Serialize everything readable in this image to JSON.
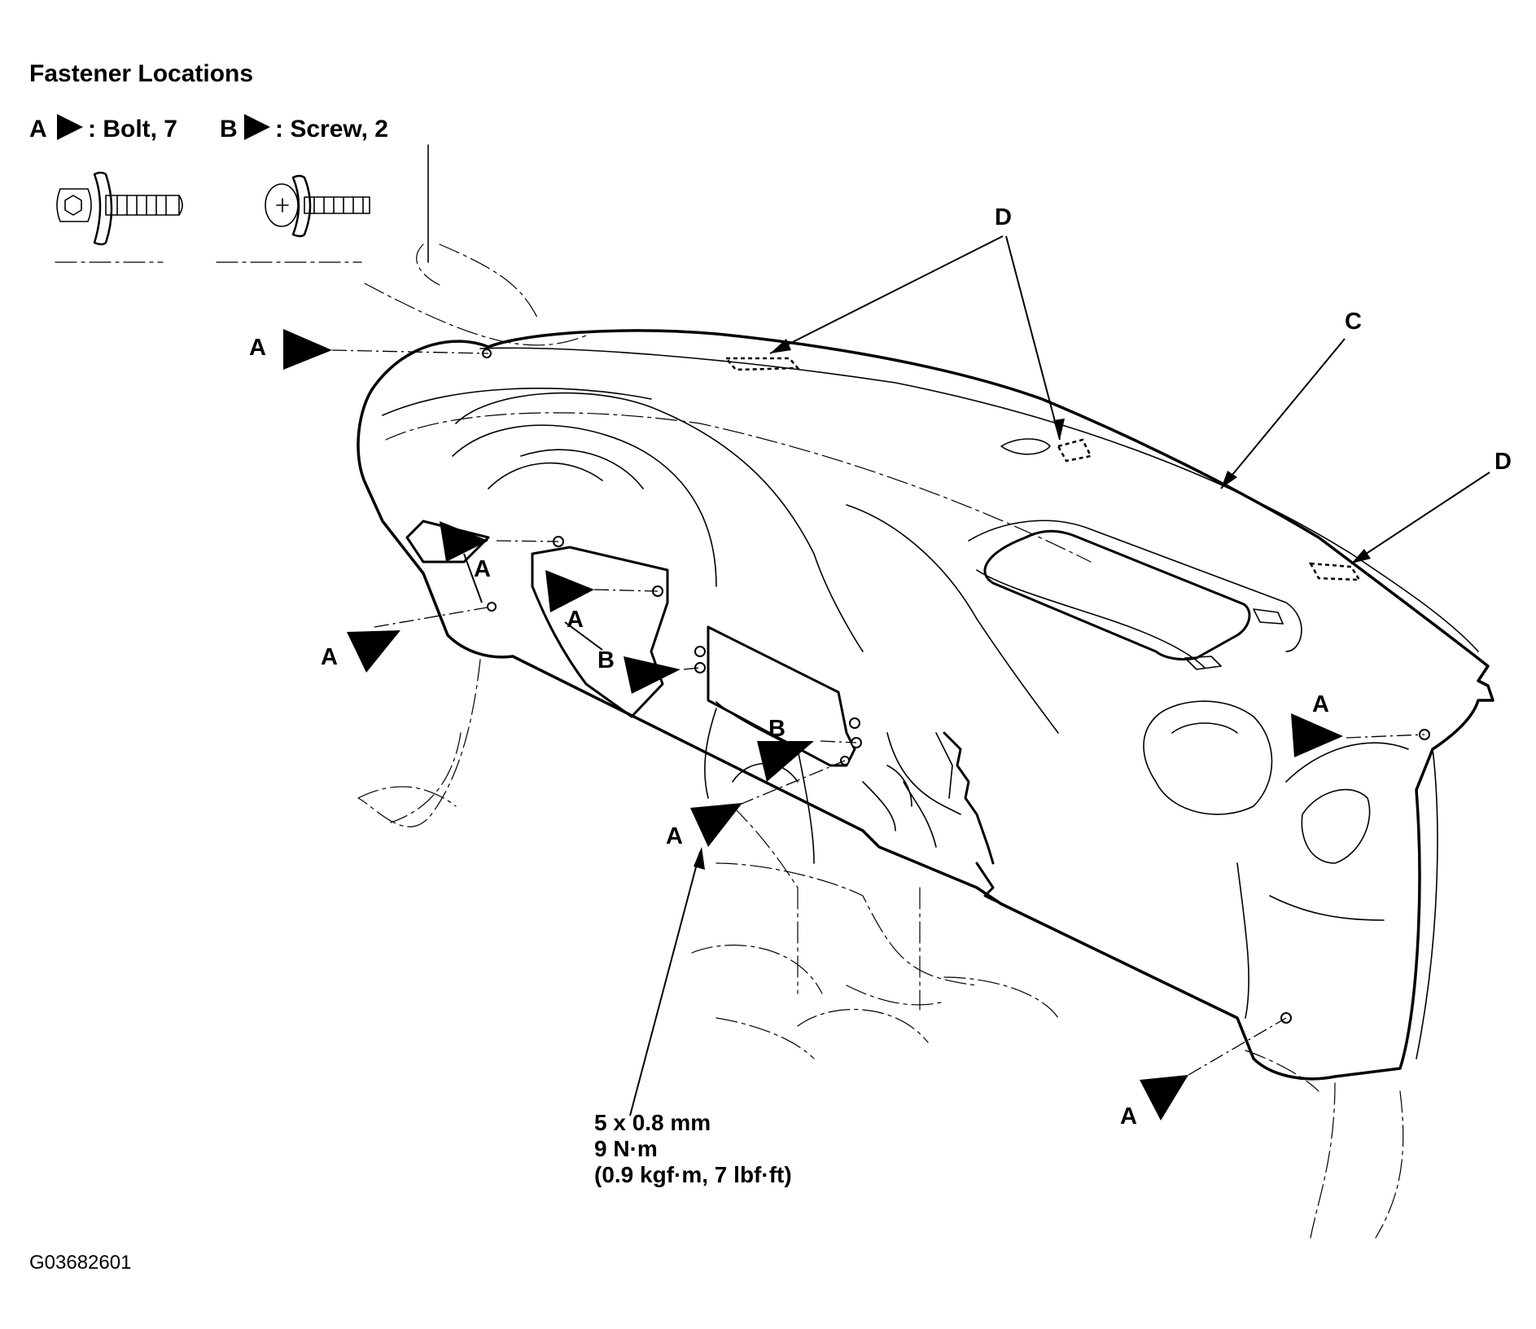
{
  "title": "Fastener Locations",
  "legend": {
    "bolt": {
      "letter": "A",
      "text": ": Bolt, 7"
    },
    "screw": {
      "letter": "B",
      "text": ": Screw, 2"
    }
  },
  "callouts": {
    "a": "A",
    "b": "B",
    "c": "C",
    "d": "D"
  },
  "spec": {
    "line1": "5 x 0.8 mm",
    "line2": "9 N·m",
    "line3": "(0.9 kgf·m, 7 lbf·ft)"
  },
  "figure_id": "G03682601",
  "icons": {
    "bolt": "hex-flange-bolt-icon",
    "screw": "phillips-screw-icon",
    "pointer": "triangle-pointer-icon"
  }
}
